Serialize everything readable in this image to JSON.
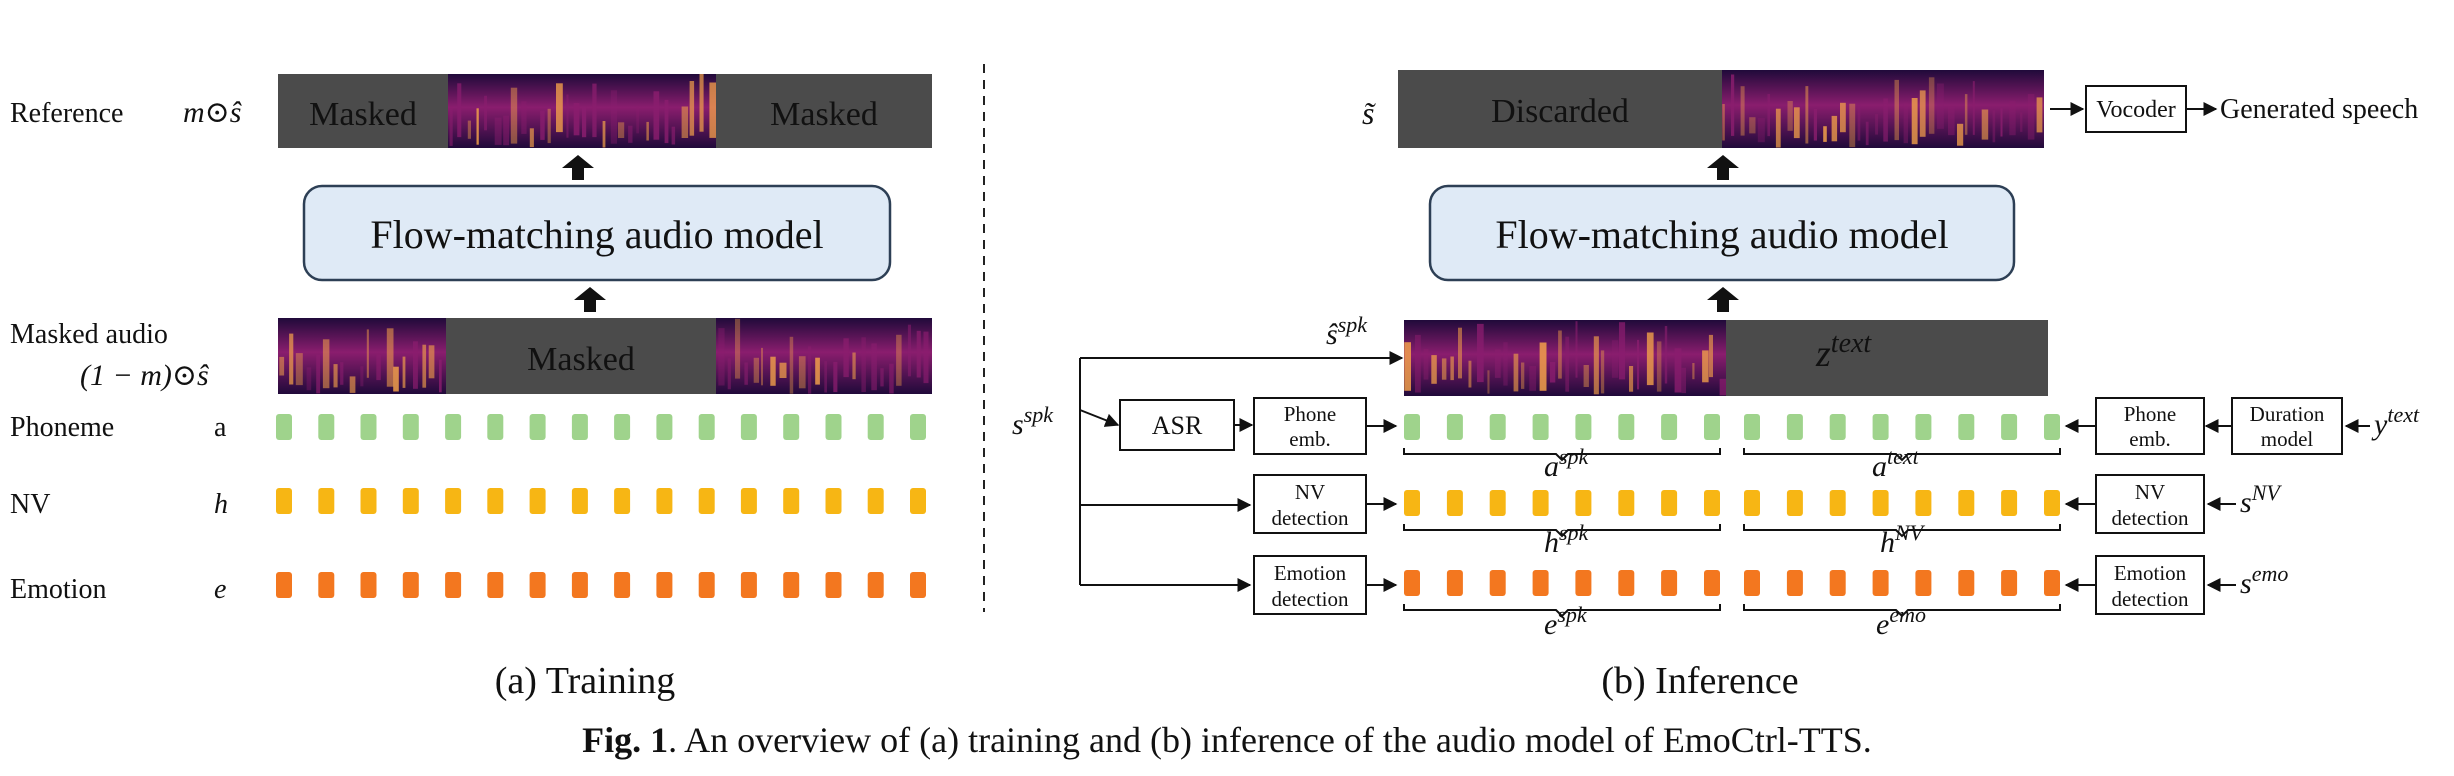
{
  "colors": {
    "model_fill": "#dfeaf6",
    "model_stroke": "#2d3f55",
    "gray_fill": "#4b4b4b",
    "phoneme": "#9fd38c",
    "nv": "#f7b614",
    "emotion": "#f3771f",
    "spec_dark": "#200a3a",
    "spec_mid": "#8a1d6e",
    "spec_hot": "#f4a24a"
  },
  "icons": [
    "arrow-up-icon",
    "arrow-right-icon",
    "spectrogram-icon"
  ],
  "training": {
    "reference_label": "Reference",
    "reference_symbol": "m⊙ŝ",
    "masked_left": "Masked",
    "masked_right": "Masked",
    "model_label": "Flow-matching audio model",
    "masked_audio_label": "Masked audio",
    "masked_audio_symbol": "(1 − m)⊙ŝ",
    "masked_mid": "Masked",
    "phoneme_label": "Phoneme",
    "phoneme_symbol": "a",
    "nv_label": "NV",
    "nv_symbol": "h",
    "emotion_label": "Emotion",
    "emotion_symbol": "e",
    "caption": "(a) Training"
  },
  "inference": {
    "s_tilde": "s̃",
    "discarded": "Discarded",
    "vocoder": "Vocoder",
    "generated": "Generated speech",
    "model_label": "Flow-matching audio model",
    "s_hat_spk": {
      "base": "ŝ",
      "sup": "spk"
    },
    "z_text": {
      "base": "z",
      "sup": "text"
    },
    "s_spk": {
      "base": "s",
      "sup": "spk"
    },
    "asr": "ASR",
    "phone_emb_left": [
      "Phone",
      "emb."
    ],
    "phone_emb_right": [
      "Phone",
      "emb."
    ],
    "duration_model": [
      "Duration",
      "model"
    ],
    "y_text": {
      "base": "y",
      "sup": "text"
    },
    "a_spk": {
      "base": "a",
      "sup": "spk"
    },
    "a_text": {
      "base": "a",
      "sup": "text"
    },
    "nv_det_left": [
      "NV",
      "detection"
    ],
    "nv_det_right": [
      "NV",
      "detection"
    ],
    "s_nv": {
      "base": "s",
      "sup": "NV"
    },
    "h_spk": {
      "base": "h",
      "sup": "spk"
    },
    "h_nv": {
      "base": "h",
      "sup": "NV"
    },
    "emo_det_left": [
      "Emotion",
      "detection"
    ],
    "emo_det_right": [
      "Emotion",
      "detection"
    ],
    "s_emo": {
      "base": "s",
      "sup": "emo"
    },
    "e_spk": {
      "base": "e",
      "sup": "spk"
    },
    "e_emo": {
      "base": "e",
      "sup": "emo"
    },
    "caption": "(b) Inference"
  },
  "figure_caption": {
    "bold": "Fig. 1",
    "text": ". An overview of (a) training and (b) inference of the audio model of EmoCtrl-TTS."
  }
}
